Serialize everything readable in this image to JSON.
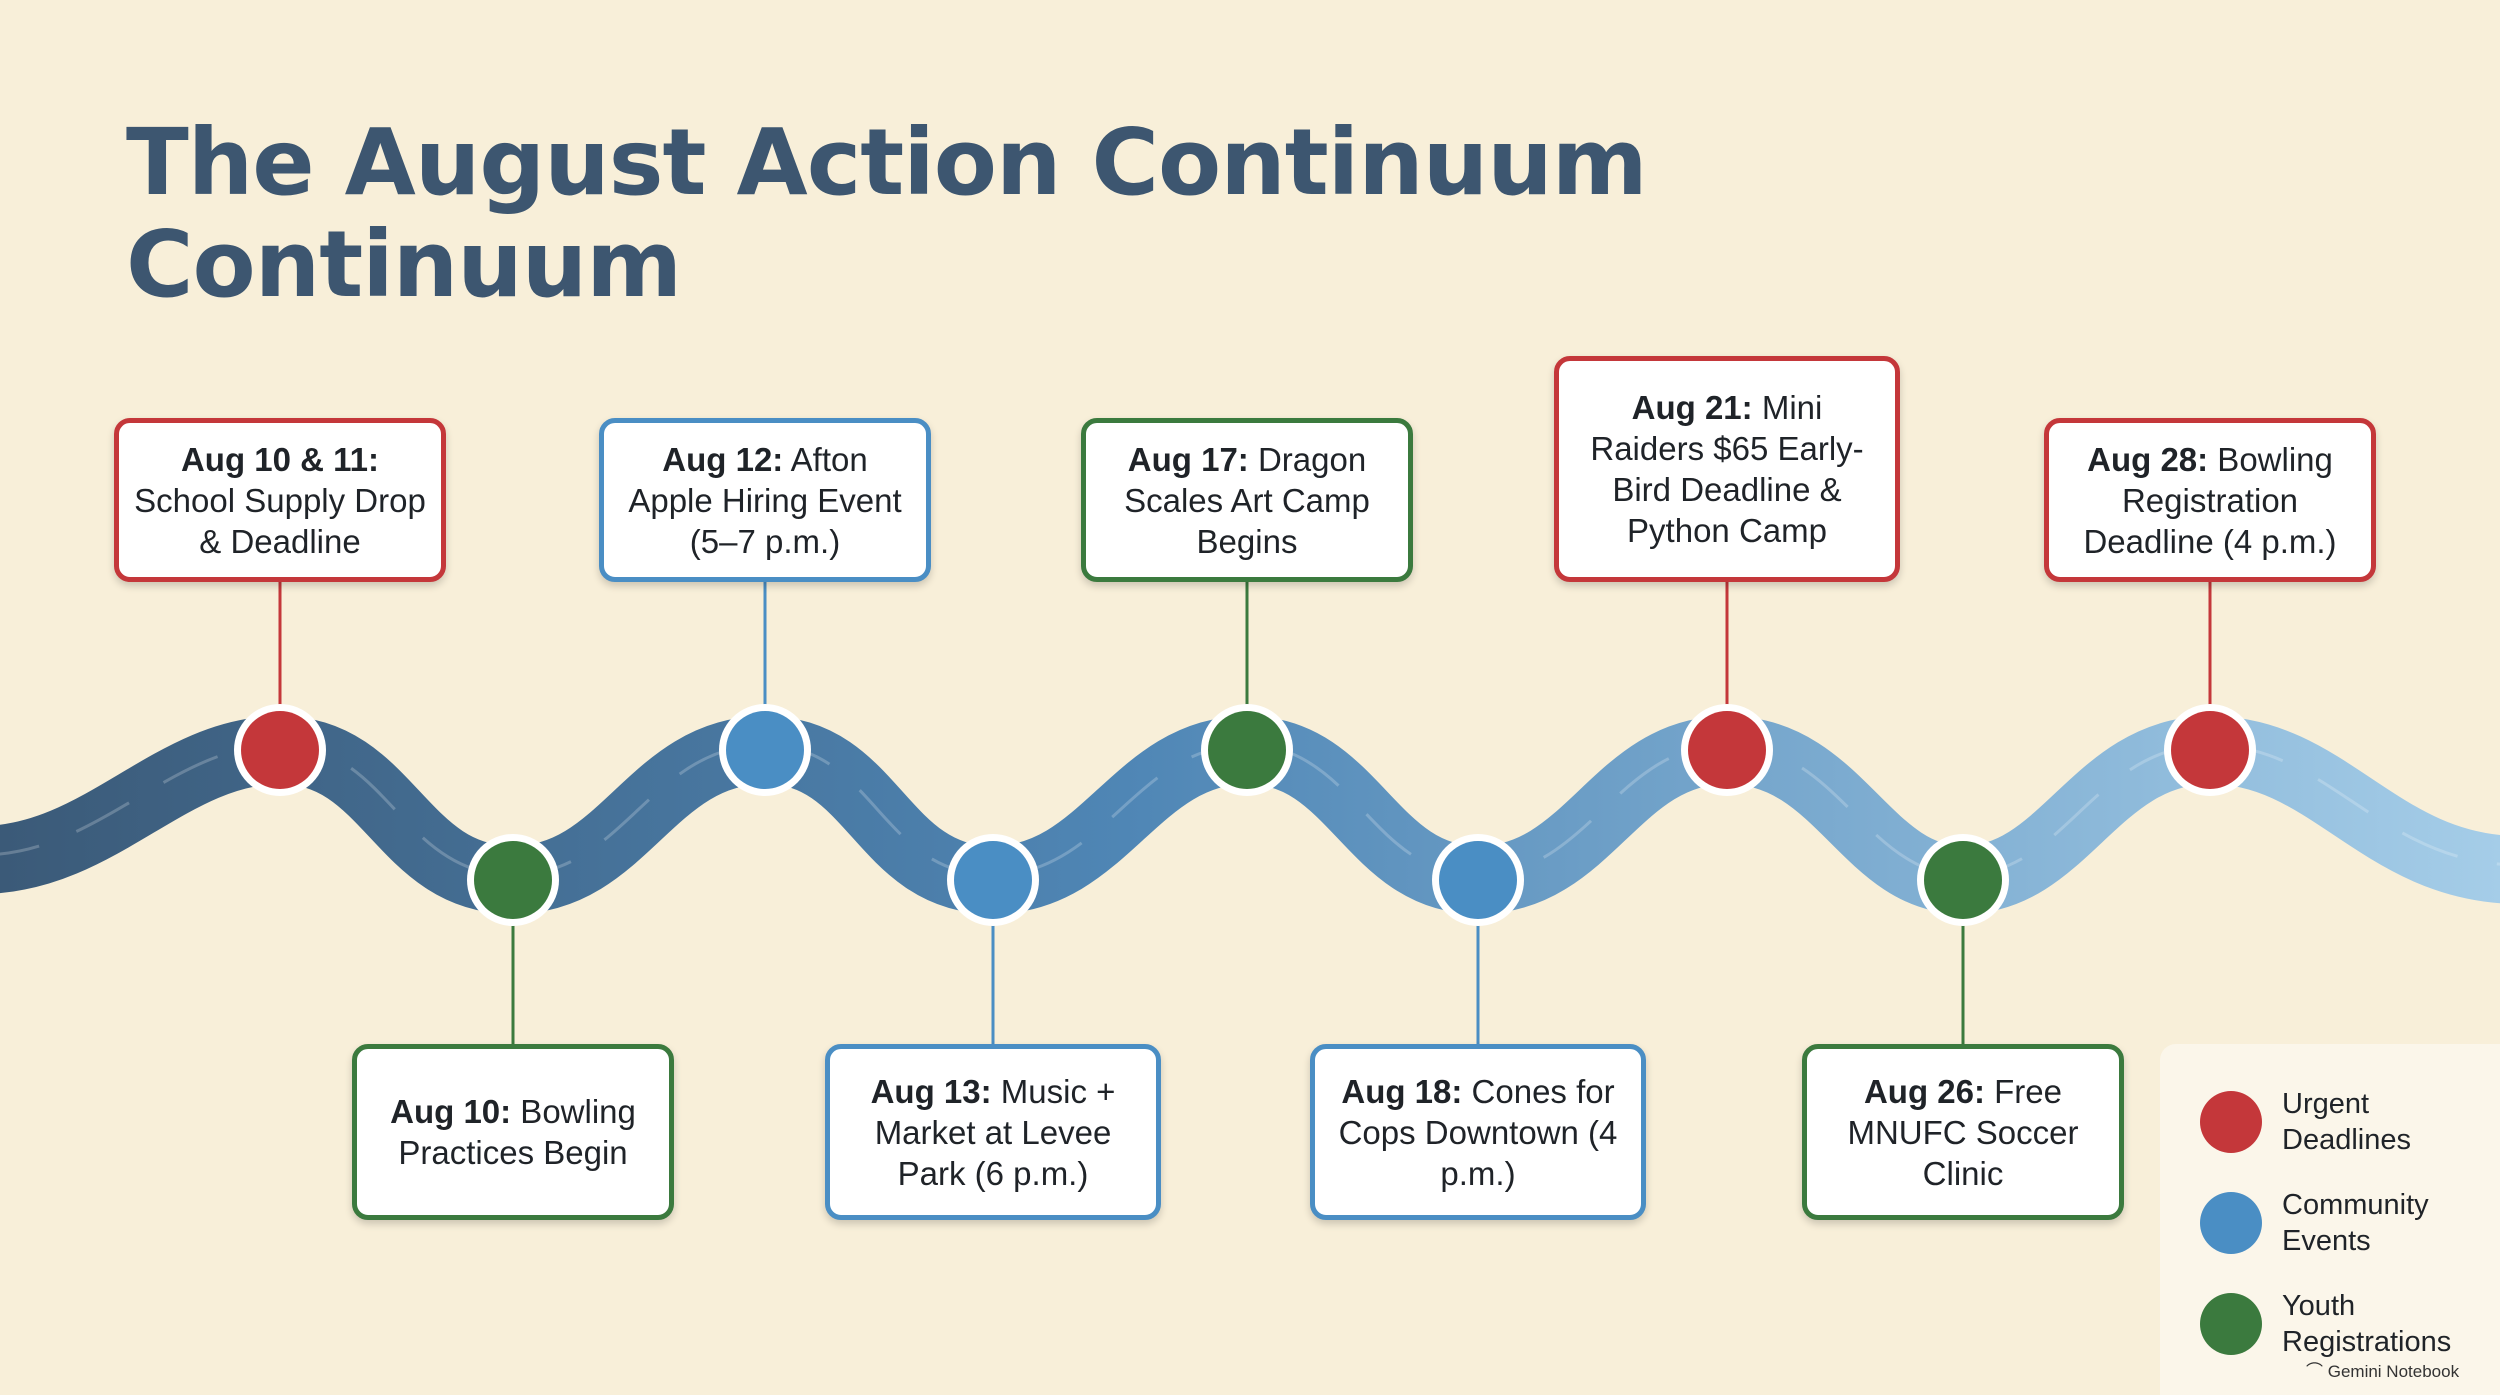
{
  "title_lines": [
    "The August Action Continuum",
    "Continuum"
  ],
  "colors": {
    "urgent": "#c4373a",
    "community": "#4a8ec4",
    "youth": "#3b7a3e",
    "title": "#3d5670",
    "background": "#f8efd9"
  },
  "events": [
    {
      "date": "Aug 10 & 11:",
      "text": "School Supply Drop & Deadline",
      "category": "urgent",
      "position": "above"
    },
    {
      "date": "Aug 10:",
      "text": "Bowling Practices Begin",
      "category": "youth",
      "position": "below"
    },
    {
      "date": "Aug 12:",
      "text": "Afton Apple Hiring Event (5–7 p.m.)",
      "category": "community",
      "position": "above"
    },
    {
      "date": "Aug 13:",
      "text": "Music + Market at Levee Park (6 p.m.)",
      "category": "community",
      "position": "below"
    },
    {
      "date": "Aug 17:",
      "text": "Dragon Scales Art Camp Begins",
      "category": "youth",
      "position": "above"
    },
    {
      "date": "Aug 18:",
      "text": "Cones for Cops Downtown (4 p.m.)",
      "category": "community",
      "position": "below"
    },
    {
      "date": "Aug 21:",
      "text": "Mini Raiders $65 Early-Bird Deadline & Python Camp",
      "category": "urgent",
      "position": "above"
    },
    {
      "date": "Aug 26:",
      "text": "Free MNUFC Soccer Clinic",
      "category": "youth",
      "position": "below"
    },
    {
      "date": "Aug 28:",
      "text": "Bowling Registration Deadline (4 p.m.)",
      "category": "urgent",
      "position": "above"
    }
  ],
  "legend": [
    {
      "label": "Urgent Deadlines",
      "category": "urgent"
    },
    {
      "label": "Community Events",
      "category": "community"
    },
    {
      "label": "Youth Registrations",
      "category": "youth"
    }
  ],
  "watermark": "Gemini Notebook"
}
